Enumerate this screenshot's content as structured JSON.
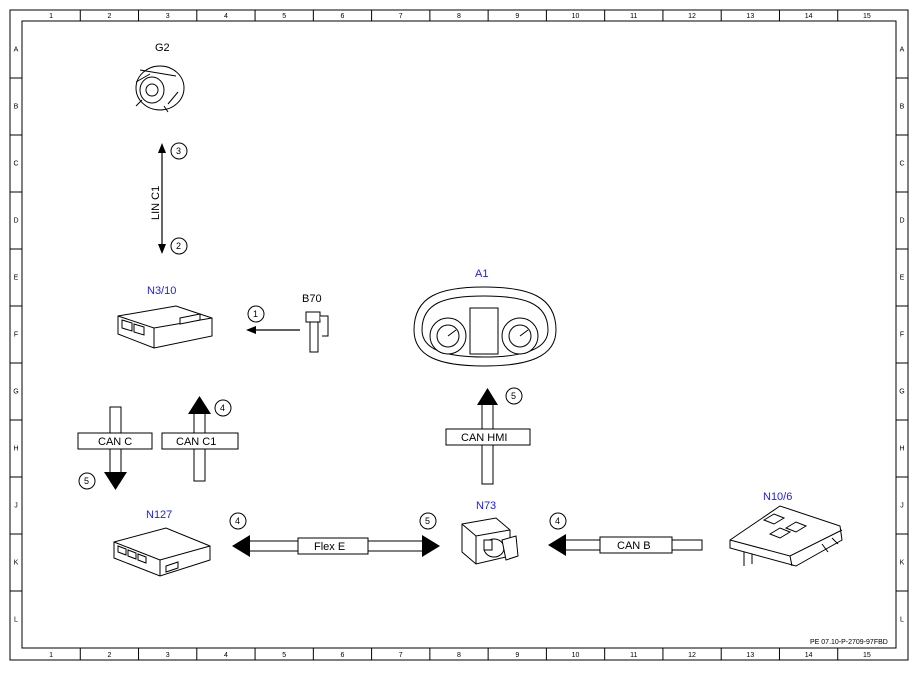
{
  "columns": [
    "1",
    "2",
    "3",
    "4",
    "5",
    "6",
    "7",
    "8",
    "9",
    "10",
    "11",
    "12",
    "13",
    "14",
    "15"
  ],
  "rows": [
    "A",
    "B",
    "C",
    "D",
    "E",
    "F",
    "G",
    "H",
    "J",
    "K",
    "L"
  ],
  "components": {
    "g2": {
      "label": "G2"
    },
    "n3_10": {
      "label": "N3/10"
    },
    "b70": {
      "label": "B70"
    },
    "a1": {
      "label": "A1"
    },
    "n127": {
      "label": "N127"
    },
    "n73": {
      "label": "N73"
    },
    "n10_6": {
      "label": "N10/6"
    }
  },
  "buses": {
    "lin_c1": "LIN C1",
    "can_c": "CAN C",
    "can_c1": "CAN C1",
    "can_hmi": "CAN HMI",
    "flex_e": "Flex E",
    "can_b": "CAN B"
  },
  "markers": {
    "m_lin_top": "3",
    "m_lin_bottom": "2",
    "m_b70": "1",
    "m_can_c1": "4",
    "m_can_c": "5",
    "m_can_hmi": "5",
    "m_flex_left": "4",
    "m_flex_right": "5",
    "m_can_b": "4"
  },
  "footer": "PE 07.10-P-2709-97FBD",
  "colors": {
    "component_label": "#1a1aff",
    "line": "#000000"
  }
}
